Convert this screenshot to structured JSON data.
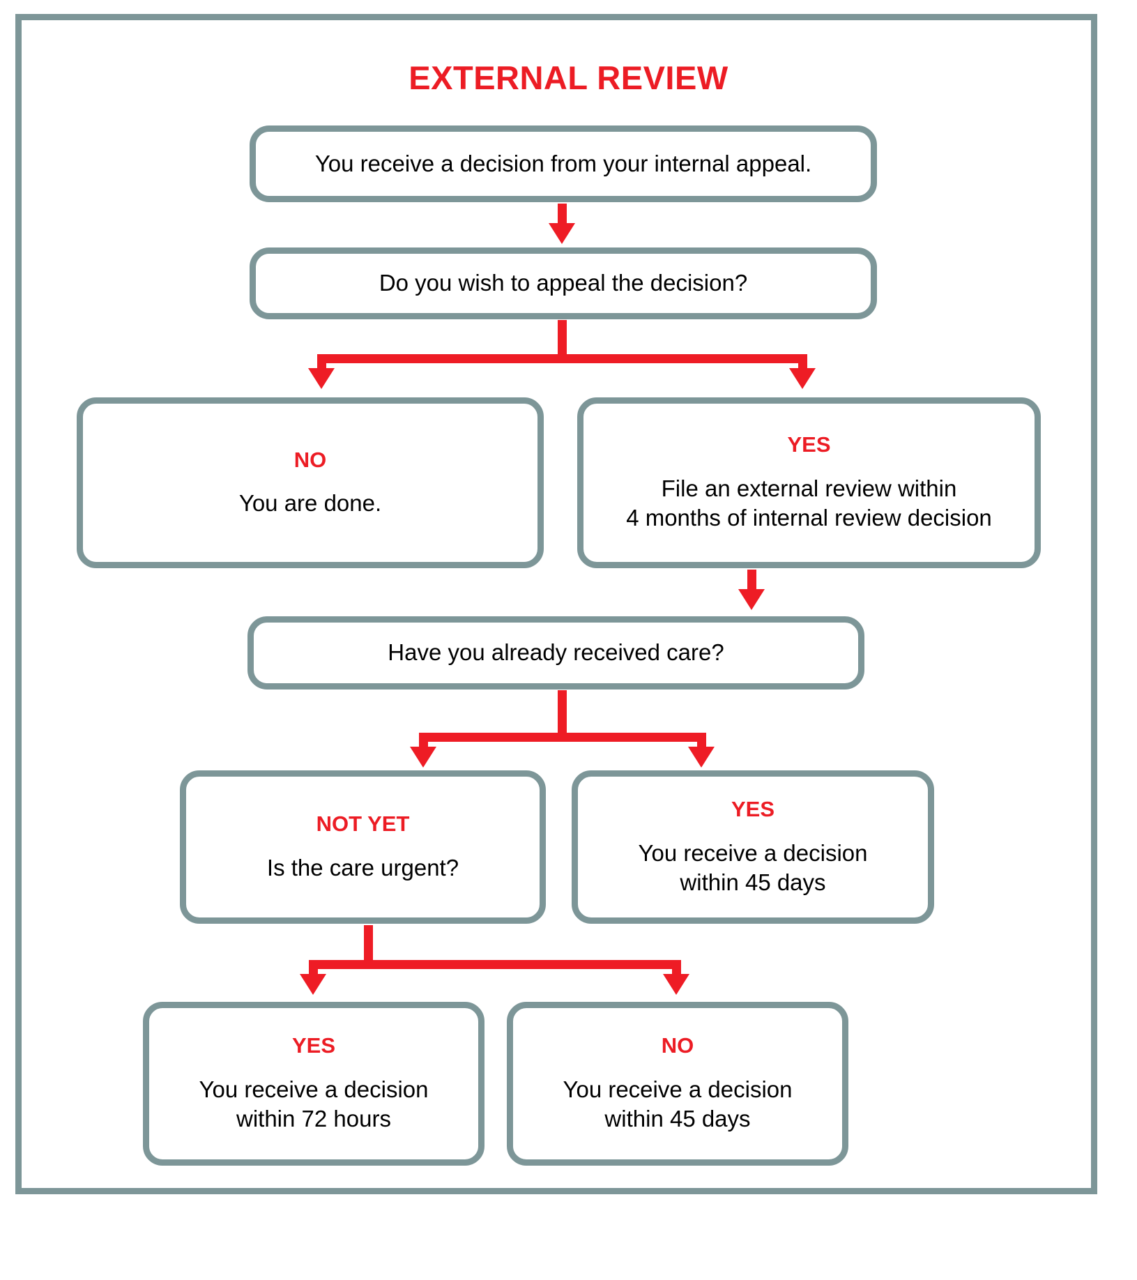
{
  "title": "EXTERNAL REVIEW",
  "colors": {
    "accent_red": "#ec1c24",
    "arrow_red": "#ee1c25",
    "box_border": "#7d9698",
    "text": "#000000",
    "background": "#ffffff"
  },
  "nodes": {
    "start": {
      "text": "You receive a decision from your internal appeal."
    },
    "q_appeal": {
      "text": "Do you wish to appeal the decision?"
    },
    "appeal_no": {
      "tag": "NO",
      "text": "You are done."
    },
    "appeal_yes": {
      "tag": "YES",
      "text": "File an external review within\n4 months of internal review decision"
    },
    "q_received_care": {
      "text": "Have you already received care?"
    },
    "care_not_yet": {
      "tag": "NOT YET",
      "text": "Is the care urgent?"
    },
    "care_yes": {
      "tag": "YES",
      "text": "You receive a decision\nwithin 45 days"
    },
    "urgent_yes": {
      "tag": "YES",
      "text": "You receive a decision\nwithin 72 hours"
    },
    "urgent_no": {
      "tag": "NO",
      "text": "You receive a decision\nwithin 45 days"
    }
  },
  "chart_data": {
    "type": "diagram",
    "diagram_kind": "flowchart",
    "title": "EXTERNAL REVIEW",
    "orientation": "top-to-bottom",
    "nodes": [
      {
        "id": "start",
        "label": "You receive a decision from your internal appeal.",
        "shape": "rounded-rect"
      },
      {
        "id": "q_appeal",
        "label": "Do you wish to appeal the decision?",
        "shape": "rounded-rect"
      },
      {
        "id": "appeal_no",
        "tag": "NO",
        "label": "You are done.",
        "shape": "rounded-rect"
      },
      {
        "id": "appeal_yes",
        "tag": "YES",
        "label": "File an external review within 4 months of internal review decision",
        "shape": "rounded-rect"
      },
      {
        "id": "q_received_care",
        "label": "Have you already received care?",
        "shape": "rounded-rect"
      },
      {
        "id": "care_not_yet",
        "tag": "NOT YET",
        "label": "Is the care urgent?",
        "shape": "rounded-rect"
      },
      {
        "id": "care_yes",
        "tag": "YES",
        "label": "You receive a decision within 45 days",
        "shape": "rounded-rect"
      },
      {
        "id": "urgent_yes",
        "tag": "YES",
        "label": "You receive a decision within 72 hours",
        "shape": "rounded-rect"
      },
      {
        "id": "urgent_no",
        "tag": "NO",
        "label": "You receive a decision within 45 days",
        "shape": "rounded-rect"
      }
    ],
    "edges": [
      {
        "from": "start",
        "to": "q_appeal",
        "label": ""
      },
      {
        "from": "q_appeal",
        "to": "appeal_no",
        "label": "NO"
      },
      {
        "from": "q_appeal",
        "to": "appeal_yes",
        "label": "YES"
      },
      {
        "from": "appeal_yes",
        "to": "q_received_care",
        "label": ""
      },
      {
        "from": "q_received_care",
        "to": "care_not_yet",
        "label": "NOT YET"
      },
      {
        "from": "q_received_care",
        "to": "care_yes",
        "label": "YES"
      },
      {
        "from": "care_not_yet",
        "to": "urgent_yes",
        "label": "YES"
      },
      {
        "from": "care_not_yet",
        "to": "urgent_no",
        "label": "NO"
      }
    ]
  }
}
